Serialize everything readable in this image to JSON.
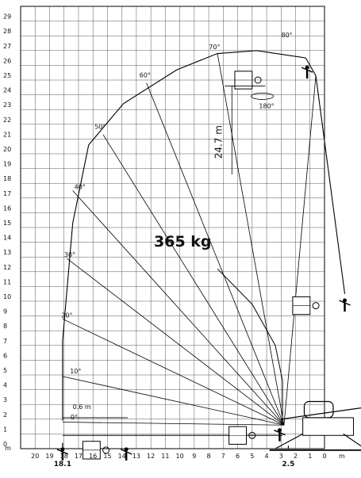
{
  "diagram": {
    "y_axis": {
      "unit": "m",
      "ticks": [
        "0",
        "1",
        "2",
        "3",
        "4",
        "5",
        "6",
        "7",
        "8",
        "9",
        "10",
        "11",
        "12",
        "13",
        "14",
        "15",
        "16",
        "17",
        "18",
        "19",
        "20",
        "21",
        "22",
        "23",
        "24",
        "25",
        "26",
        "27",
        "28",
        "29"
      ]
    },
    "x_axis": {
      "unit": "m",
      "ticks": [
        "20",
        "19",
        "18",
        "17",
        "16",
        "15",
        "14",
        "13",
        "12",
        "11",
        "10",
        "9",
        "8",
        "7",
        "6",
        "5",
        "4",
        "3",
        "2",
        "1",
        "0"
      ]
    },
    "key_values": {
      "max_outreach": "18.1",
      "min_outreach": "2.5",
      "load": "365 kg",
      "height_label": "24.7 m",
      "offset_label": "0.6 m",
      "rotation_label": "180°"
    },
    "angle_labels": [
      "0°",
      "10°",
      "20°",
      "30°",
      "40°",
      "50°",
      "60°",
      "70°",
      "80°"
    ]
  }
}
